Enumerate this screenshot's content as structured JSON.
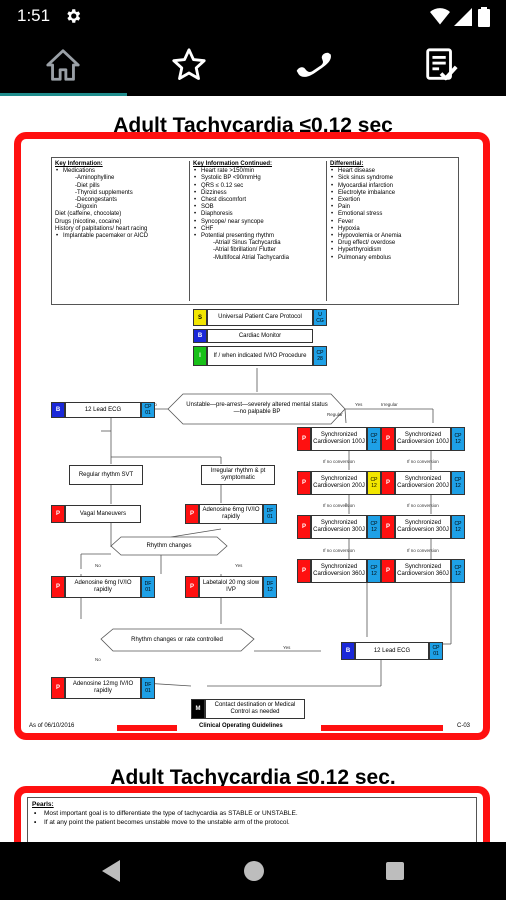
{
  "status_bar": {
    "time": "1:51",
    "icons": [
      "settings-gear-icon",
      "wifi-icon",
      "signal-icon",
      "battery-icon"
    ]
  },
  "toolbar": {
    "items": [
      {
        "name": "home-icon"
      },
      {
        "name": "favorite-star-icon"
      },
      {
        "name": "phone-icon"
      },
      {
        "name": "checklist-icon"
      }
    ],
    "accent": "#1f8c8c"
  },
  "page1": {
    "title": "Adult Tachycardia ≤0.12 sec",
    "key_info": {
      "col1_head": "Key Information:",
      "col1": [
        "Medications",
        "-Aminophylline",
        "-Diet pills",
        "-Thyroid supplements",
        "-Decongestants",
        "-Digoxin",
        "Diet (caffeine, chocolate)",
        "Drugs (nicotine, cocaine)",
        "History of palpitations/ heart racing",
        "Implantable pacemaker or AICD"
      ],
      "col2_head": "Key Information Continued:",
      "col2": [
        "Heart rate >150/min",
        "Systolic BP <90mmHg",
        "QRS ≤ 0.12 sec",
        "Dizziness",
        "Chest discomfort",
        "SOB",
        "Diaphoresis",
        "Syncope/ near syncope",
        "CHF",
        "Potential presenting rhythm",
        "-Atrial/ Sinus Tachycardia",
        "-Atrial fibrillation/ Flutter",
        "-Multifocal Atrial Tachycardia"
      ],
      "col3_head": "Differential:",
      "col3": [
        "Heart disease",
        "Sick sinus syndrome",
        "Myocardial infarction",
        "Electrolyte imbalance",
        "Exertion",
        "Pain",
        "Emotional stress",
        "Fever",
        "Hypoxia",
        "Hypovolemia or Anemia",
        "Drug effect/ overdose",
        "Hyperthyroidism",
        "Pulmonary embolus"
      ]
    },
    "flow": {
      "upc": "Universal Patient Care Protocol",
      "upc_ref": "U CG",
      "monitor": "Cardiac Monitor",
      "iv": "If / when indicated IV/IO Procedure",
      "iv_ref": "CP 28",
      "decision1": "Unstable—pre-arrest—severely altered mental status—no palpable BP",
      "ecg12": "12 Lead ECG",
      "ecg12_ref": "CP 01",
      "regular": "Regular rhythm SVT",
      "irregular": "Irregular rhythm & pt symptomatic",
      "vagal": "Vagal Maneuvers",
      "adenosine6a": "Adenosine 6mg IV/IO rapidly",
      "adenosine6a_ref": "DF 01",
      "rhythm_changes": "Rhythm changes",
      "adenosine6b": "Adenosine 6mg IV/IO rapidly",
      "adenosine6b_ref": "DF 01",
      "labetalol": "Labetalol 20 mg slow IVP",
      "labetalol_ref": "DF 12",
      "rhythm_rate": "Rhythm changes or rate controlled",
      "adenosine12": "Adenosine 12mg IV/IO rapidly",
      "adenosine12_ref": "DF 01",
      "ecg12b": "12 Lead ECG",
      "ecg12b_ref": "CP 01",
      "contact": "Contact destination or Medical Control as needed",
      "sync": [
        "Synchronized Cardioversion 100J",
        "Synchronized Cardioversion 200J",
        "Synchronized Cardioversion 300J",
        "Synchronized Cardioversion 360J"
      ],
      "sync_ref": "CP 12",
      "no_conversion": "If no conversion",
      "lbl_yes": "Yes",
      "lbl_no": "No",
      "lbl_regular": "Regular",
      "lbl_irregular": "Irregular"
    },
    "tags": {
      "S": "S",
      "B": "B",
      "I": "I",
      "P": "P",
      "M": "M"
    },
    "colors": {
      "S": "#f2e600",
      "B": "#1a28d8",
      "I": "#18c018",
      "P": "#ff1010",
      "M": "#000000",
      "ref": "#1ea0e6",
      "frame": "#ff1010"
    },
    "footer": {
      "left": "As of 06/10/2016",
      "center": "Clinical Operating Guidelines",
      "right": "C-03"
    }
  },
  "page2": {
    "title": "Adult Tachycardia ≤0.12 sec.",
    "pearls_head": "Pearls:",
    "pearls": [
      "Most important goal is to differentiate the type of tachycardia as STABLE or UNSTABLE.",
      "If at any point the patient becomes unstable move to the unstable arm of the protocol."
    ]
  },
  "nav": {
    "items": [
      {
        "name": "back-icon"
      },
      {
        "name": "home-circle-icon"
      },
      {
        "name": "recents-square-icon"
      }
    ]
  }
}
